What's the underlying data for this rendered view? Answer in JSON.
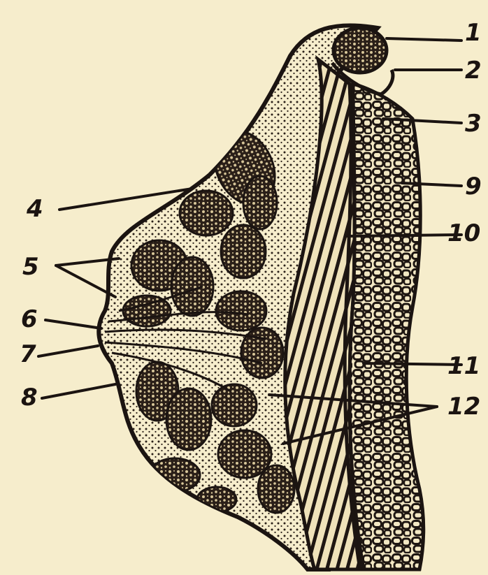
{
  "figure": {
    "background_color": "#f6edcc",
    "ink_color": "#1b1411"
  },
  "labels": {
    "l1": "1",
    "l2": "2",
    "l3": "3",
    "l4": "4",
    "l5": "5",
    "l6": "6",
    "l7": "7",
    "l8": "8",
    "l9": "9",
    "l10": "10",
    "l11": "11",
    "l12": "12"
  }
}
